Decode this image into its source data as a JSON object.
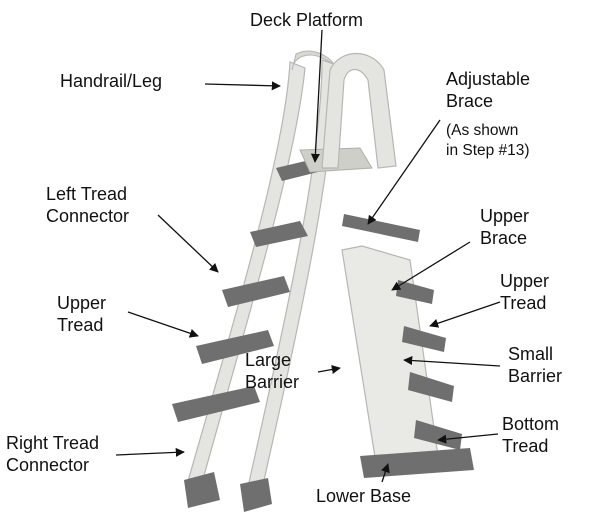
{
  "labels": {
    "deck_platform": "Deck Platform",
    "handrail_leg": "Handrail/Leg",
    "adjustable_brace": [
      "Adjustable",
      "Brace"
    ],
    "adjustable_brace_note": [
      "(As shown",
      "in Step #13)"
    ],
    "left_tread_connector": [
      "Left Tread",
      "Connector"
    ],
    "upper_brace": [
      "Upper",
      "Brace"
    ],
    "upper_tread_right": [
      "Upper",
      "Tread"
    ],
    "upper_tread_left": [
      "Upper",
      "Tread"
    ],
    "large_barrier": [
      "Large",
      "Barrier"
    ],
    "small_barrier": [
      "Small",
      "Barrier"
    ],
    "bottom_tread": [
      "Bottom",
      "Tread"
    ],
    "right_tread_connector": [
      "Right Tread",
      "Connector"
    ],
    "lower_base": "Lower Base"
  },
  "colors": {
    "frame": "#e4e4e0",
    "frame_shade": "#c9c9c4",
    "tread": "#6f6f6f",
    "tread_dark": "#4c4c4c",
    "text": "#111111",
    "arrow": "#111111"
  }
}
